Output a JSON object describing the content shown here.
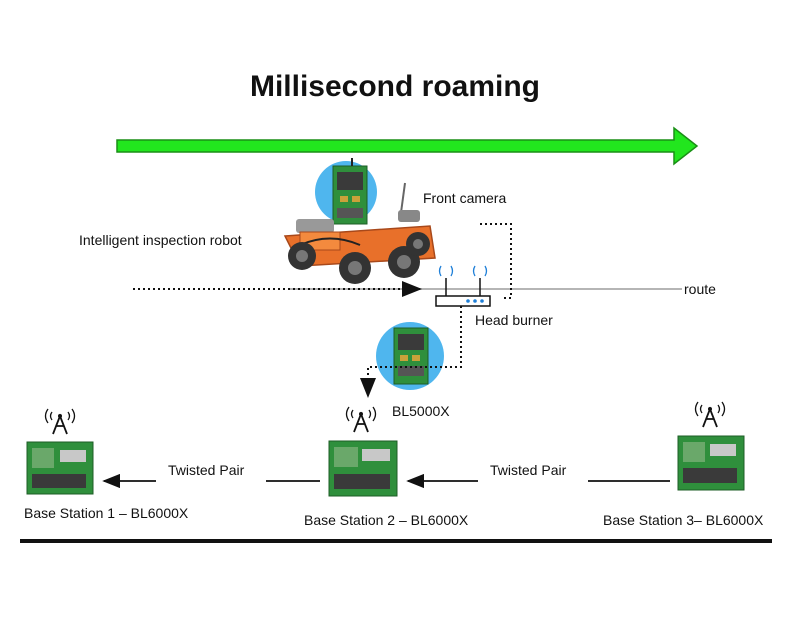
{
  "title": "Millisecond roaming",
  "labels": {
    "front_camera": "Front camera",
    "robot": "Intelligent inspection robot",
    "route": "route",
    "head_burner": "Head burner",
    "bl5000x": "BL5000X",
    "twisted_pair_1": "Twisted Pair",
    "twisted_pair_2": "Twisted Pair"
  },
  "stations": [
    {
      "label": "Base Station 1 – BL6000X"
    },
    {
      "label": "Base Station 2 – BL6000X"
    },
    {
      "label": "Base Station 3– BL6000X"
    }
  ],
  "colors": {
    "arrow": "#22e61e",
    "arrow_stroke": "#1a8f16",
    "robot": "#e8702a",
    "circle": "#4fb6ee",
    "board": "#2f8f3c",
    "line": "#111111",
    "route_line": "#b5b5b5"
  }
}
